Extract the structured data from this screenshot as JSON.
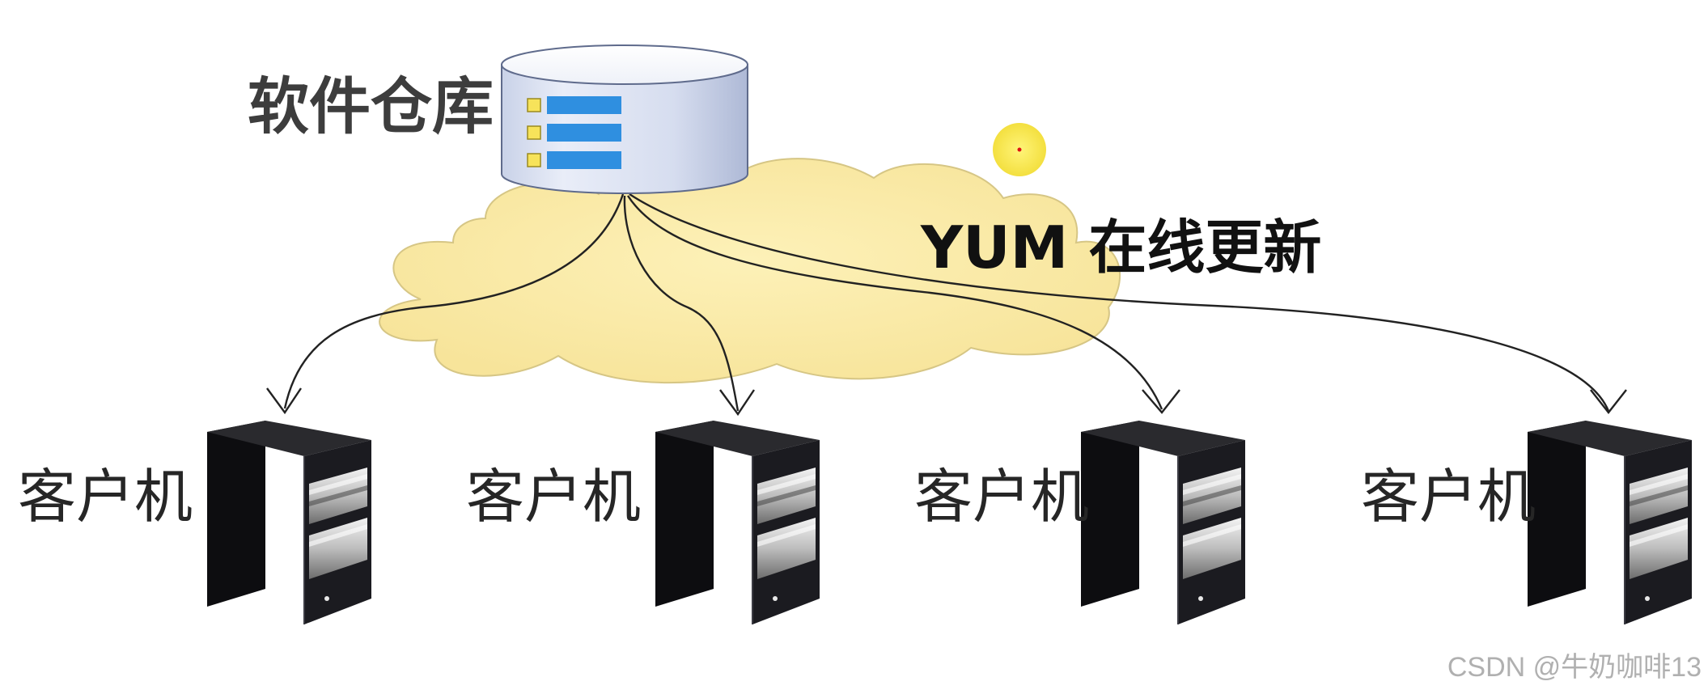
{
  "diagram": {
    "repository": {
      "label": "软件仓库",
      "icon": "database-icon"
    },
    "channel": {
      "label": "YUM 在线更新",
      "icon": "cloud-icon"
    },
    "clients": [
      {
        "label": "客户机",
        "icon": "server-tower-icon"
      },
      {
        "label": "客户机",
        "icon": "server-tower-icon"
      },
      {
        "label": "客户机",
        "icon": "server-tower-icon"
      },
      {
        "label": "客户机",
        "icon": "server-tower-icon"
      }
    ],
    "watermark": "CSDN @牛奶咖啡13",
    "colors": {
      "cloud_fill": "#fbeba2",
      "cloud_stroke": "#d8c98a",
      "database_fill": "#dde3f2",
      "database_bar": "#2f8fe0",
      "database_bullet": "#f7e35a",
      "pointer_dot": "#f5e53a",
      "arrow": "#222222",
      "server_body": "#1a1a1e"
    }
  }
}
